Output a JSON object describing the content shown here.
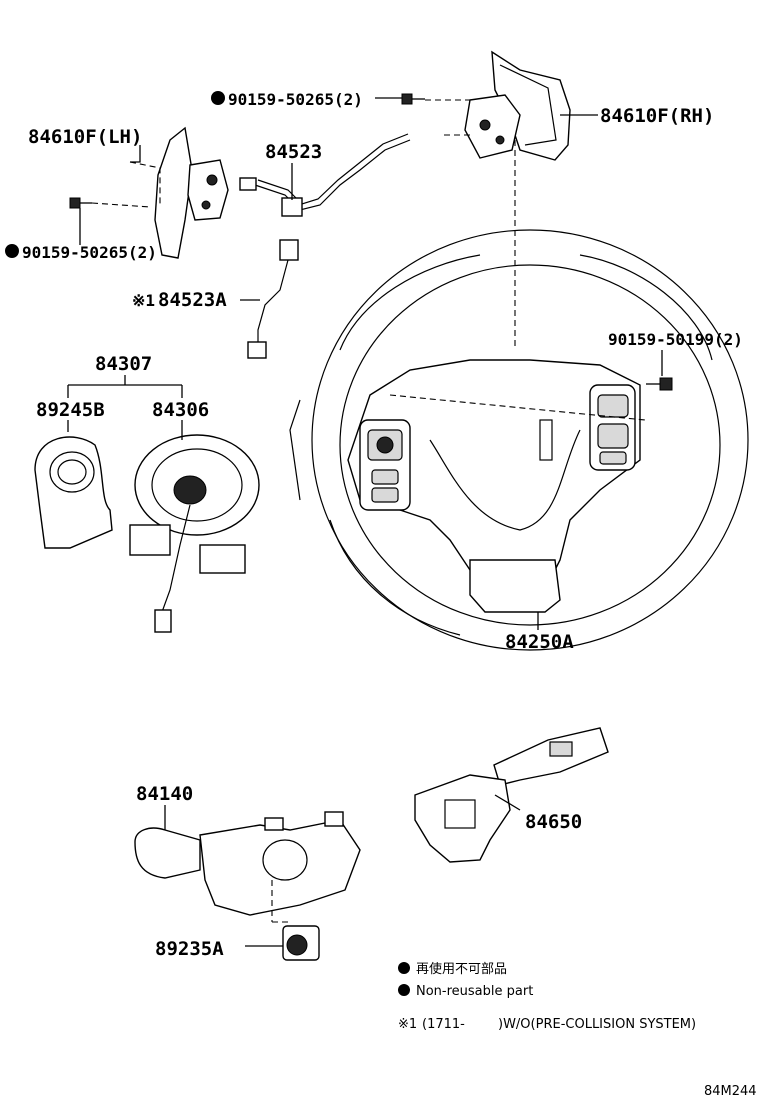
{
  "parts": {
    "p84610F_RH": "84610F(RH)",
    "p84610F_LH": "84610F(LH)",
    "p90159_50265_top": "90159-50265(2)",
    "p90159_50265_left": "90159-50265(2)",
    "p84523": "84523",
    "p84523A": "84523A",
    "p84523A_prefix": "※1",
    "p90159_50199": "90159-50199(2)",
    "p84307": "84307",
    "p89245B": "89245B",
    "p84306": "84306",
    "p84250A": "84250A",
    "p84140": "84140",
    "p84650": "84650",
    "p89235A": "89235A"
  },
  "legend": {
    "non_reusable_jp": "再使用不可部品",
    "non_reusable_en": "Non-reusable part",
    "footnote_mark": "※1",
    "footnote_start": "(1711-",
    "footnote_text": ")W/O(PRE-COLLISION SYSTEM)"
  },
  "diagram_code": "84M244"
}
